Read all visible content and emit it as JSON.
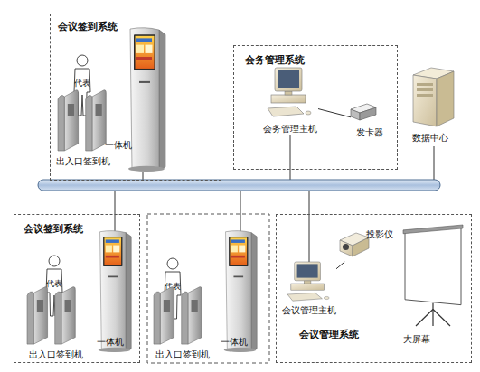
{
  "diagram": {
    "nodes": [
      {
        "text": [
          "会议签到系统"
        ]
      },
      {
        "text": [
          "代表"
        ],
        "in": 0
      },
      {
        "text": [
          "出入口签到机"
        ],
        "in": 0
      },
      {
        "text": [
          "一体机"
        ],
        "in": 0
      },
      {
        "text": [
          "会务管理系统"
        ]
      },
      {
        "text": [
          "会务管理主机"
        ],
        "in": 4
      },
      {
        "text": [
          "发卡器"
        ],
        "in": 4
      },
      {
        "text": [
          "数据中心"
        ]
      },
      {
        "text": [
          "会议签到系统"
        ]
      },
      {
        "text": [
          "代表"
        ],
        "in": 8
      },
      {
        "text": [
          "出入口签到机"
        ],
        "in": 8
      },
      {
        "text": [
          "一体机"
        ],
        "in": 8
      },
      {
        "text": [
          "代表"
        ]
      },
      {
        "text": [
          "出入口签到机"
        ]
      },
      {
        "text": [
          "一体机"
        ]
      },
      {
        "text": [
          "会议管理系统"
        ]
      },
      {
        "text": [
          "投影仪"
        ],
        "in": 15
      },
      {
        "text": [
          "会议管理主机"
        ],
        "in": 15
      },
      {
        "text": [
          "大屏幕"
        ],
        "in": 15
      }
    ],
    "edges": [
      {
        "from": 5,
        "to": 6,
        "arrow": "none"
      },
      {
        "from": 17,
        "to": 16,
        "arrow": "none"
      }
    ]
  }
}
